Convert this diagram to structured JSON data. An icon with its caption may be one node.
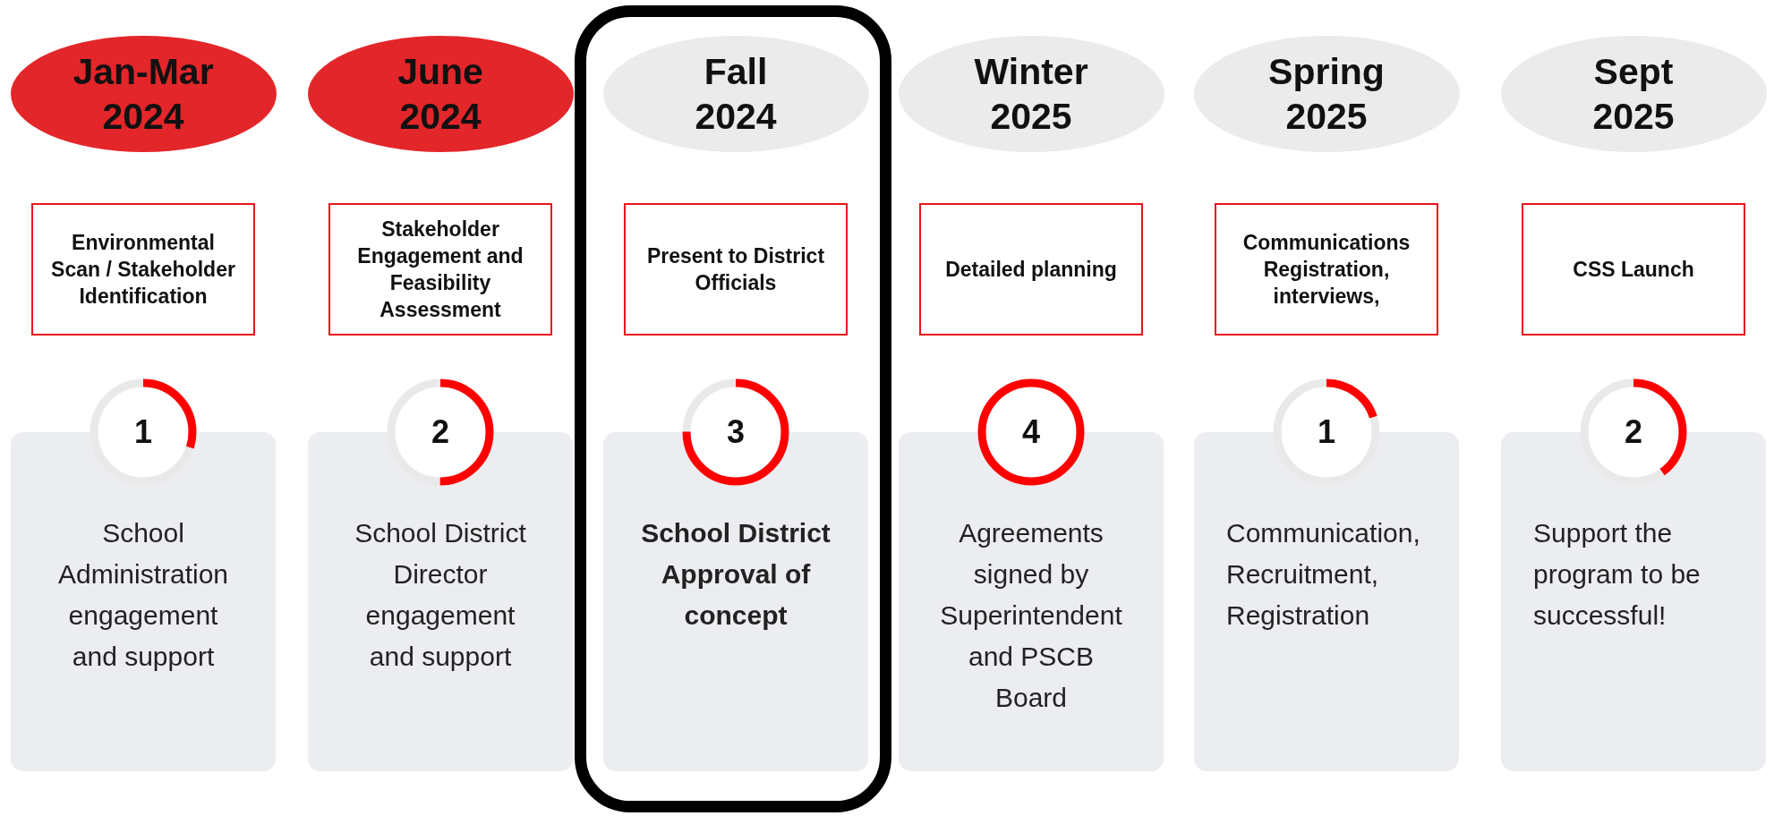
{
  "diagram": {
    "nodes": [
      {
        "text": [
          "Jan-Mar 2024"
        ]
      },
      {
        "text": [
          "Environmental Scan / Stakeholder Identification"
        ]
      },
      {
        "text": [
          "1"
        ]
      },
      {
        "text": [
          "School Administration engagement and support"
        ]
      },
      {
        "text": [
          "June 2024"
        ]
      },
      {
        "text": [
          "Stakeholder Engagement and Feasibility Assessment"
        ]
      },
      {
        "text": [
          "2"
        ]
      },
      {
        "text": [
          "School District Director engagement and support"
        ]
      },
      {
        "text": [],
        "shape": "box"
      },
      {
        "text": [
          "Fall 2024"
        ],
        "in": 8
      },
      {
        "text": [
          "Present to District Officials"
        ],
        "in": 8
      },
      {
        "text": [
          "3"
        ],
        "in": 8
      },
      {
        "text": [
          "School District Approval of concept"
        ],
        "in": 8
      },
      {
        "text": [
          "Winter 2025"
        ]
      },
      {
        "text": [
          "Detailed planning"
        ]
      },
      {
        "text": [
          "4"
        ]
      },
      {
        "text": [
          "Agreements signed by Superintendent and PSCB Board"
        ]
      },
      {
        "text": [
          "Spring 2025"
        ]
      },
      {
        "text": [
          "Communications Registration, interviews,"
        ]
      },
      {
        "text": [
          "1"
        ]
      },
      {
        "text": [
          "Communication, Recruitment, Registration"
        ]
      },
      {
        "text": [
          "Sept 2025"
        ]
      },
      {
        "text": [
          "CSS Launch"
        ]
      },
      {
        "text": [
          "2"
        ]
      },
      {
        "text": [
          "Support the program to be successful!"
        ]
      }
    ]
  }
}
